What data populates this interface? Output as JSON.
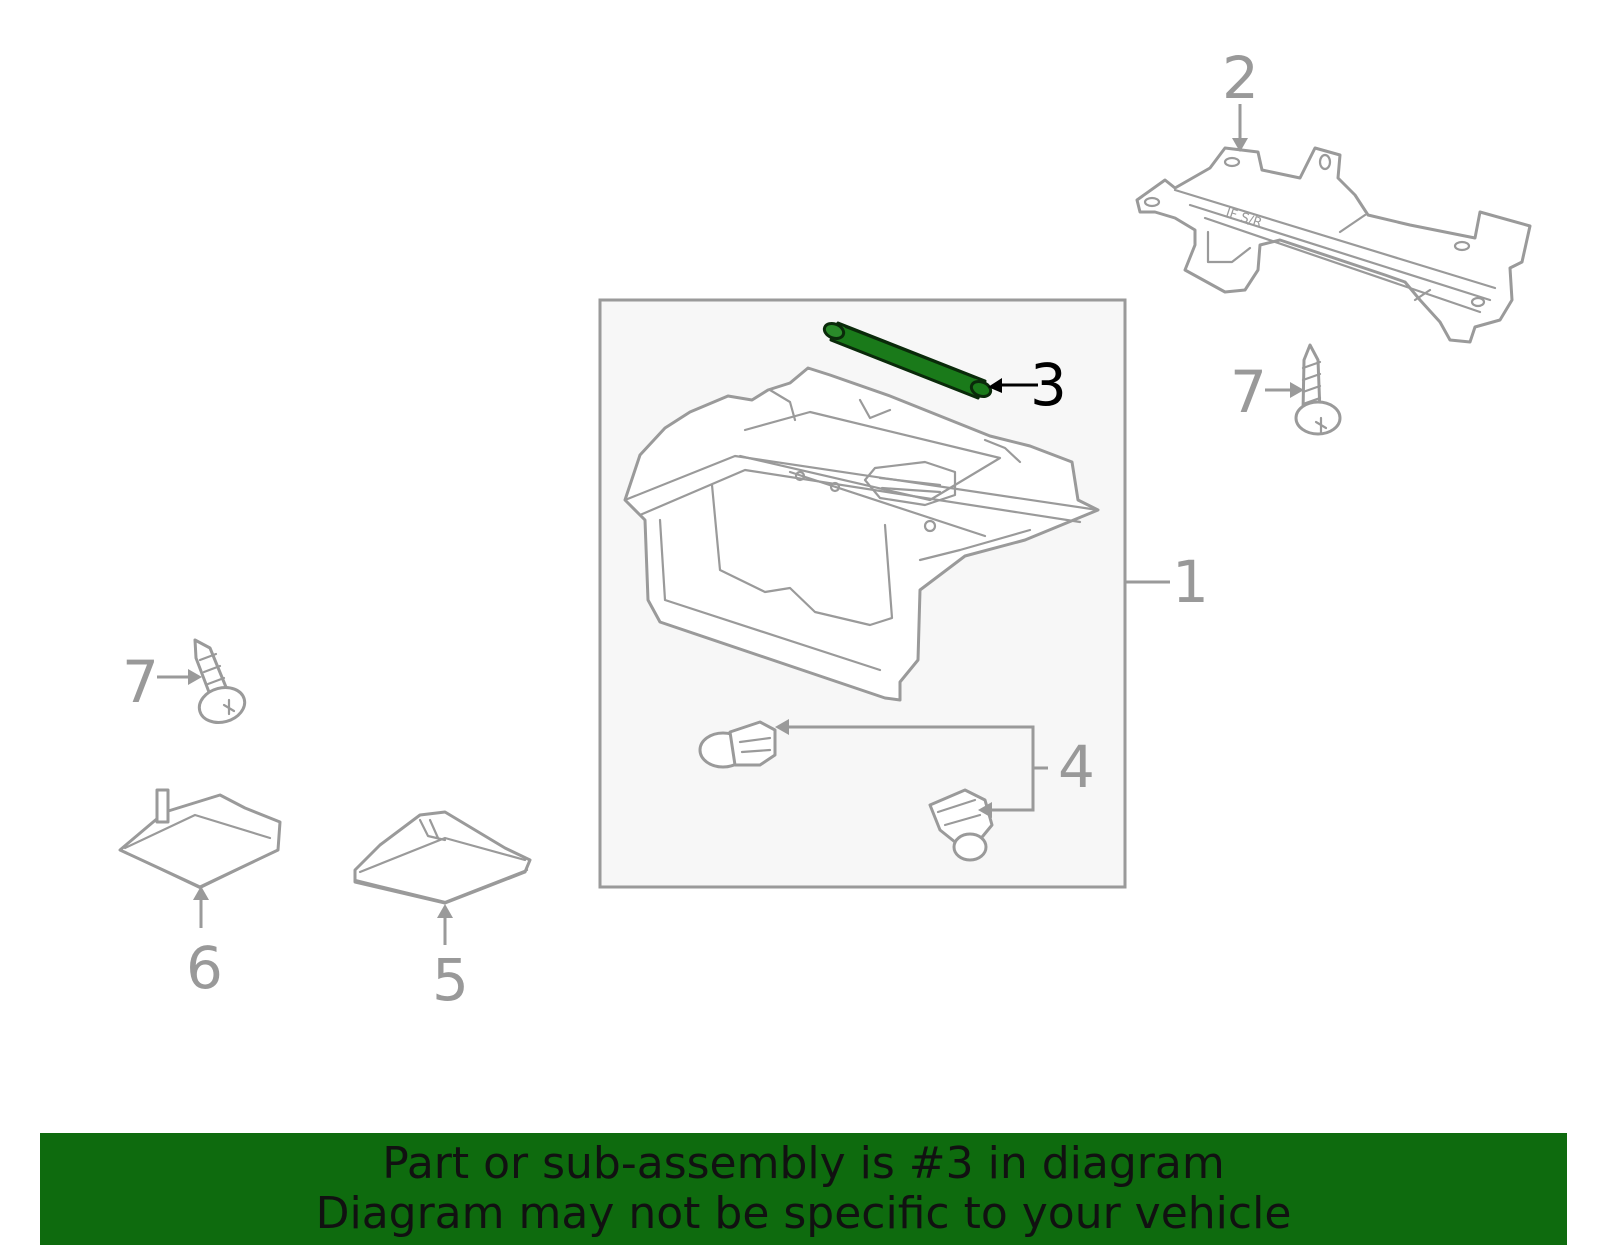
{
  "diagram": {
    "callouts": [
      {
        "number": "1"
      },
      {
        "number": "2"
      },
      {
        "number": "3",
        "highlighted": true
      },
      {
        "number": "4"
      },
      {
        "number": "5"
      },
      {
        "number": "6"
      },
      {
        "number": "7"
      },
      {
        "number": "7"
      }
    ],
    "colors": {
      "highlight_part": "#1a7a1a",
      "line_art": "#9a9a9a",
      "box_fill": "#f7f7f7",
      "banner": "#0e6b0e"
    }
  },
  "banner": {
    "line1": "Part or sub-assembly is #3 in diagram",
    "line2": "Diagram may not be specific to your vehicle"
  }
}
